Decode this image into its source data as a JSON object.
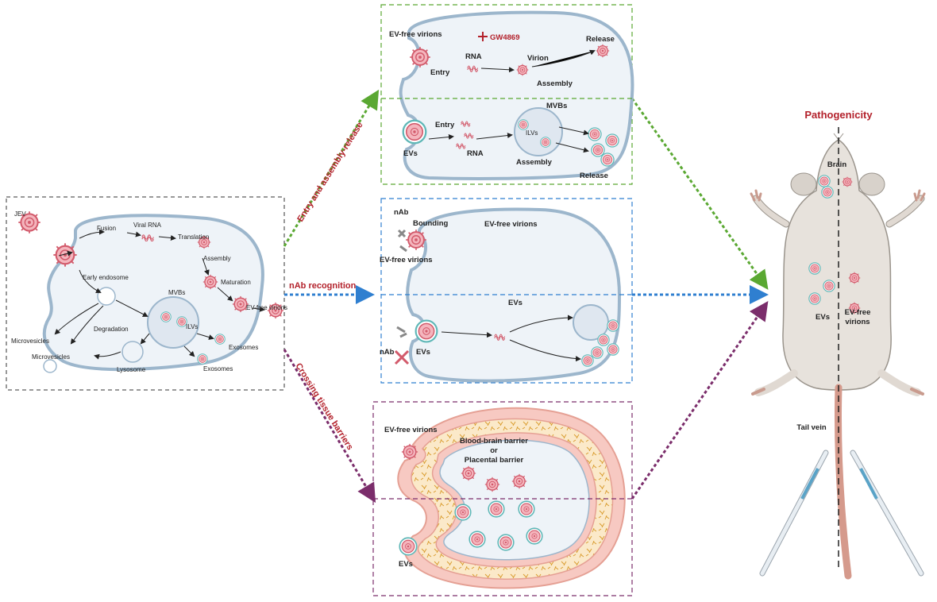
{
  "colors": {
    "green": "#5aa832",
    "blue": "#2f7fd0",
    "purple": "#7b2d6b",
    "red_label": "#b3212b",
    "cell_fill": "#eef3f8",
    "cell_stroke": "#9cb6cc",
    "virion": "#e07a86"
  },
  "left": {
    "jev": "JEV",
    "fusion": "Fusion",
    "viral_rna": "Viral RNA",
    "translation": "Translation",
    "assembly": "Assembly",
    "maturation": "Maturation",
    "early_endosome": "Early endosome",
    "mvbs": "MVBs",
    "ilvs": "ILVs",
    "ev_free_virions": "EV-free virions",
    "degradation": "Degradation",
    "lysosome": "Lysosome",
    "microvesicles_1": "Microvesicles",
    "microvesicles_2": "Microvesicles",
    "exosomes_1": "Exosomes",
    "exosomes_2": "Exosomes"
  },
  "arrows": {
    "entry": "Entry and assembly-release",
    "nab": "nAb recognition",
    "barrier": "Crossing tissue barriers"
  },
  "top": {
    "ev_free_virions": "EV-free virions",
    "gw": "GW4869",
    "rna_1": "RNA",
    "entry_1": "Entry",
    "virion": "Virion",
    "assembly_1": "Assembly",
    "release_1": "Release",
    "evs": "EVs",
    "entry_2": "Entry",
    "rna_2": "RNA",
    "mvbs": "MVBs",
    "ilvs": "ILVs",
    "assembly_2": "Assembly",
    "release_2": "Release"
  },
  "middle": {
    "nab_1": "nAb",
    "bounding": "Bounding",
    "ev_free_title": "EV-free virions",
    "ev_free_virions": "EV-free virions",
    "evs_title": "EVs",
    "nab_2": "nAb",
    "evs": "EVs"
  },
  "bottom": {
    "ev_free_virions": "EV-free virions",
    "barrier_1": "Blood-brain barrier",
    "barrier_or": "or",
    "barrier_2": "Placental barrier",
    "evs": "EVs"
  },
  "mouse": {
    "title": "Pathogenicity",
    "brain": "Brain",
    "evs": "EVs",
    "ev_free_virions": "EV-free virions",
    "tail_vein": "Tail vein"
  }
}
